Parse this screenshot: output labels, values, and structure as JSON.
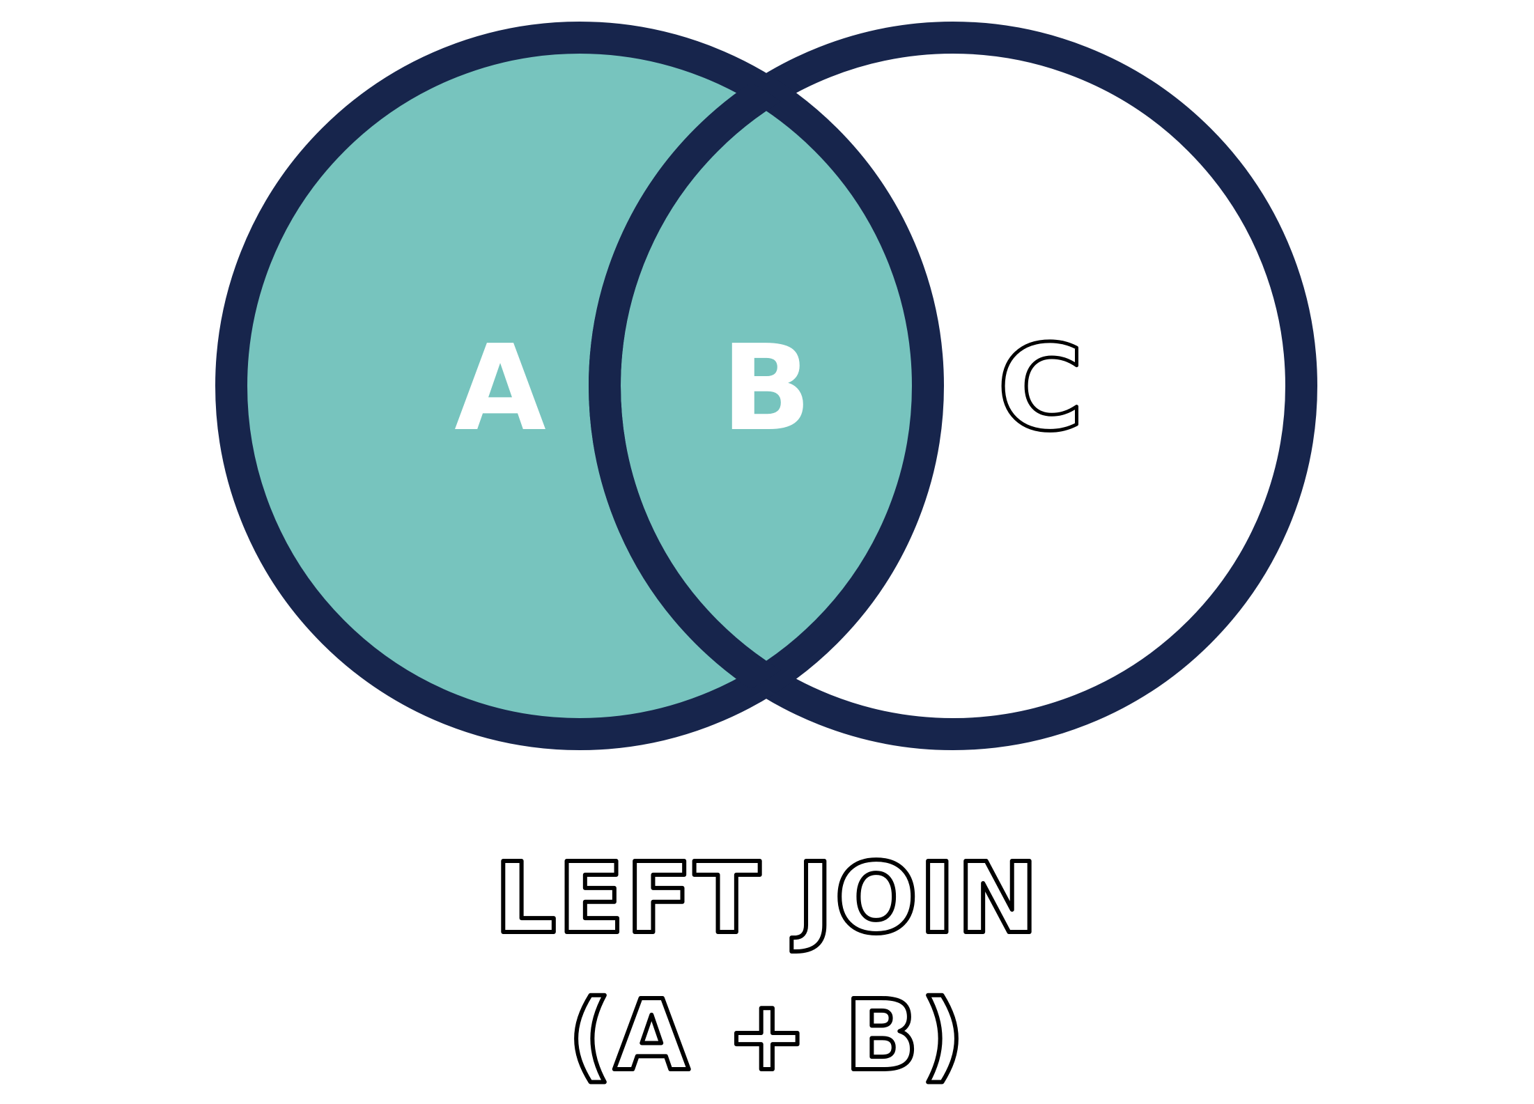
{
  "diagram": {
    "labels": {
      "a": "A",
      "b": "B",
      "c": "C"
    },
    "caption": {
      "line1": "LEFT JOIN",
      "line2": "(A + B)"
    }
  },
  "colors": {
    "circle_stroke": "#17254c",
    "fill_highlight": "#77c4be",
    "background": "#ffffff",
    "label_fill": "#ffffff",
    "outline_text_stroke": "#000000"
  }
}
